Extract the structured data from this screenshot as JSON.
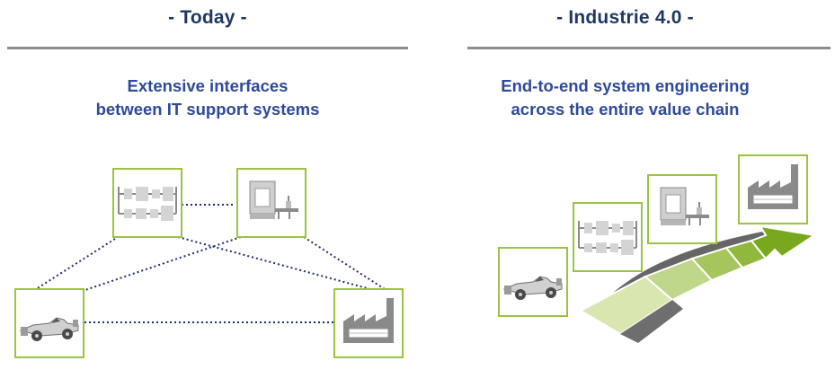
{
  "left": {
    "heading": "- Today -",
    "subtitle_line1": "Extensive  interfaces",
    "subtitle_line2": "between  IT  support  systems",
    "icons": [
      "process-diagram-icon",
      "machine-icon",
      "race-car-icon",
      "factory-icon"
    ]
  },
  "right": {
    "heading": "- Industrie 4.0 -",
    "subtitle_line1": "End-to-end  system  engineering",
    "subtitle_line2": "across  the  entire  value  chain",
    "icons": [
      "race-car-icon",
      "process-diagram-icon",
      "machine-icon",
      "factory-icon"
    ]
  },
  "colors": {
    "heading": "#1f3864",
    "subtitle": "#2e4a9a",
    "icon_frame": "#9bc442",
    "connector": "#1f2d6e",
    "rule": "#8c8c8c",
    "arrow_light": "#d3e3a8",
    "arrow_dark": "#76a51d"
  }
}
